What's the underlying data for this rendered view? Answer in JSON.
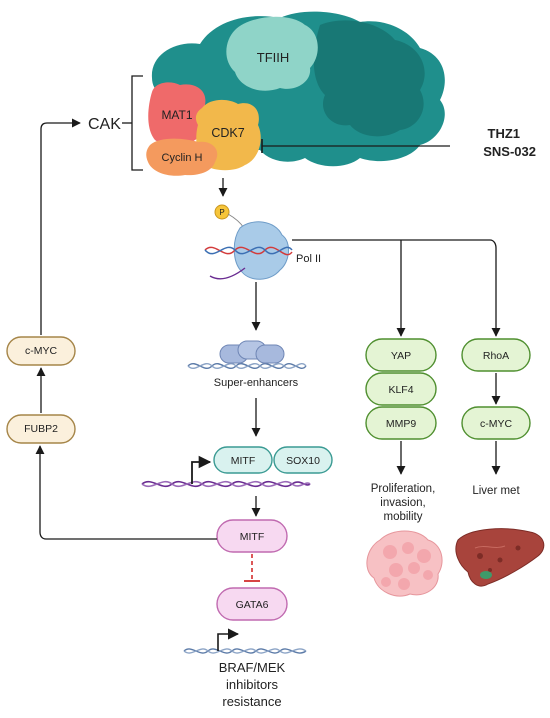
{
  "complex": {
    "tfiih": "TFIIH",
    "mat1": "MAT1",
    "cdk7": "CDK7",
    "cyclin_h": "Cyclin H",
    "cak": "CAK"
  },
  "inhibitors": {
    "thz1": "THZ1",
    "sns032": "SNS-032"
  },
  "polymerase": {
    "phospho": "P",
    "label": "Pol II"
  },
  "super_enhancers": "Super-enhancers",
  "tf_pair": {
    "mitf": "MITF",
    "sox10": "SOX10"
  },
  "left_loop": {
    "cmyc": "c-MYC",
    "fubp2": "FUBP2"
  },
  "mitf_node": "MITF",
  "gata6_node": "GATA6",
  "resistance": {
    "line1": "BRAF/MEK",
    "line2": "inhibitors",
    "line3": "resistance"
  },
  "yap_branch": {
    "nodes": [
      "YAP",
      "KLF4",
      "MMP9"
    ],
    "outcome": [
      "Proliferation,",
      "invasion,",
      "mobility"
    ]
  },
  "rhoa_branch": {
    "rhoa": "RhoA",
    "cmyc": "c-MYC",
    "outcome": "Liver met"
  },
  "colors": {
    "teal_dark": "#1f8f8c",
    "teal_light": "#8fd4c8",
    "mat1": "#ef6a6a",
    "cdk7": "#f2b84b",
    "cyclin_h": "#f49a5e",
    "pill_green_fill": "#e4f4d4",
    "pill_green_stroke": "#4f8f2f",
    "pill_teal_fill": "#d9f2ef",
    "pill_teal_stroke": "#3a9a93",
    "pill_pink_fill": "#f7d9f1",
    "pill_pink_stroke": "#c06ab0",
    "pill_tan_fill": "#fbf0dc",
    "pill_tan_stroke": "#a58548",
    "inhibitor_red": "#d32f2f",
    "dna_purple": "#6a2c91",
    "dna_blue": "#5c7ba8"
  }
}
